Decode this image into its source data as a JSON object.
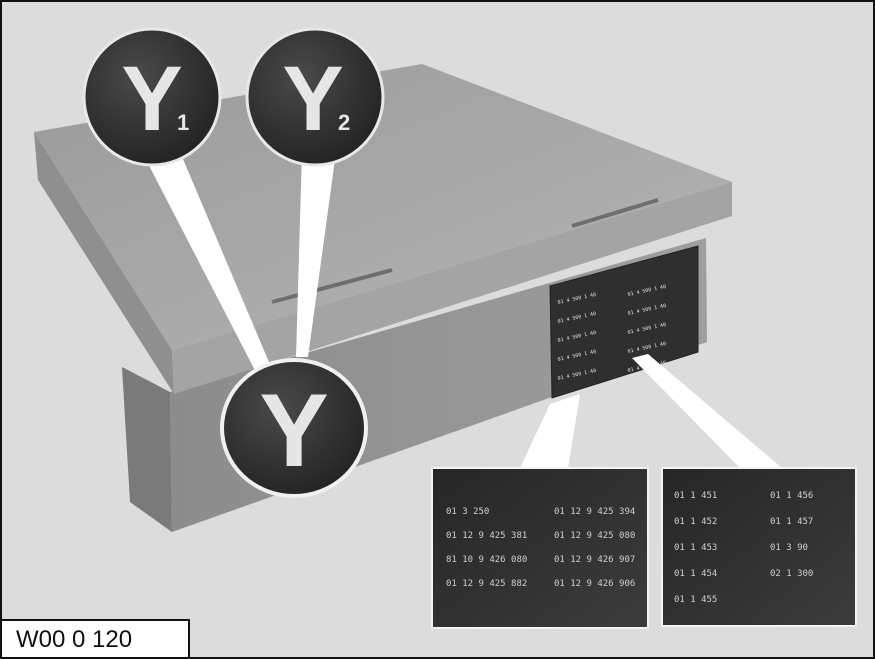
{
  "caption": "W00 0 120",
  "callouts": {
    "y1": {
      "letter": "Y",
      "sub": "1"
    },
    "y2": {
      "letter": "Y",
      "sub": "2"
    },
    "y": {
      "letter": "Y"
    }
  },
  "sticker_small": {
    "rows": [
      [
        "01 4 500 1 40",
        "01 4 500 1 40"
      ],
      [
        "01 4 500 1 40",
        "01 4 500 1 40"
      ],
      [
        "01 4 500 1 40",
        "01 4 500 1 40"
      ],
      [
        "01 4 500 1 40",
        "01 4 500 1 40"
      ],
      [
        "01 4 500 1 40",
        "01 4 500 1 40"
      ]
    ]
  },
  "label_left": {
    "col1": [
      "01 3 250",
      "01 12 9 425 381",
      "81 10 9 426 080",
      "01 12 9 425 882"
    ],
    "col2": [
      "01 12 9 425 394",
      "01 12 9 425 080",
      "01 12 9 426 907",
      "01 12 9 426 906"
    ]
  },
  "label_right": {
    "col1": [
      "01 1 451",
      "01 1 452",
      "01 1 453",
      "01 1 454",
      "01 1 455"
    ],
    "col2": [
      "01 1 456",
      "01 1 457",
      "01 3 90",
      "02 1 300"
    ]
  }
}
